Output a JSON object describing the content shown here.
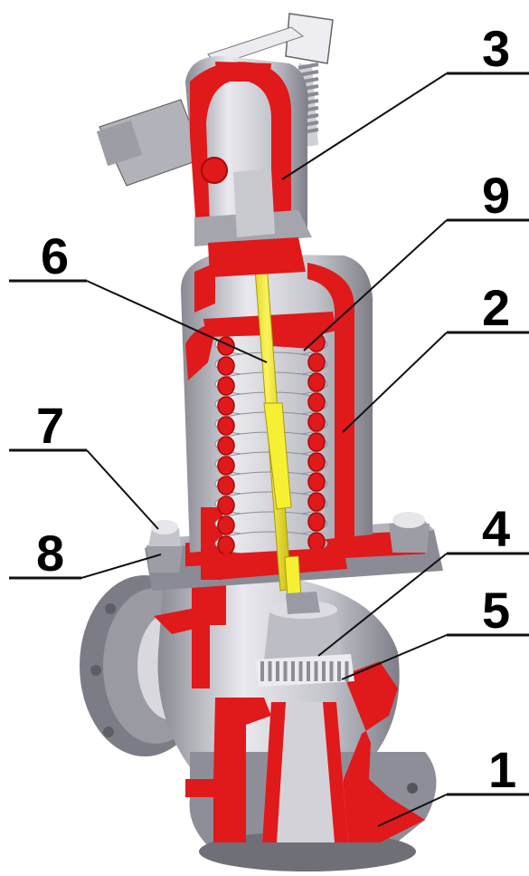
{
  "colors": {
    "section": "#e0191b",
    "section_dark": "#a8080a",
    "stem": "#f2ea25",
    "stem_dark": "#b9ad0c",
    "metal_light": "#e7e7ec",
    "metal_mid": "#b9b9c2",
    "metal_dark": "#85858f",
    "line": "#111111"
  },
  "callouts": [
    {
      "id": "1",
      "label": "1"
    },
    {
      "id": "2",
      "label": "2"
    },
    {
      "id": "3",
      "label": "3"
    },
    {
      "id": "4",
      "label": "4"
    },
    {
      "id": "5",
      "label": "5"
    },
    {
      "id": "6",
      "label": "6"
    },
    {
      "id": "7",
      "label": "7"
    },
    {
      "id": "8",
      "label": "8"
    },
    {
      "id": "9",
      "label": "9"
    }
  ]
}
